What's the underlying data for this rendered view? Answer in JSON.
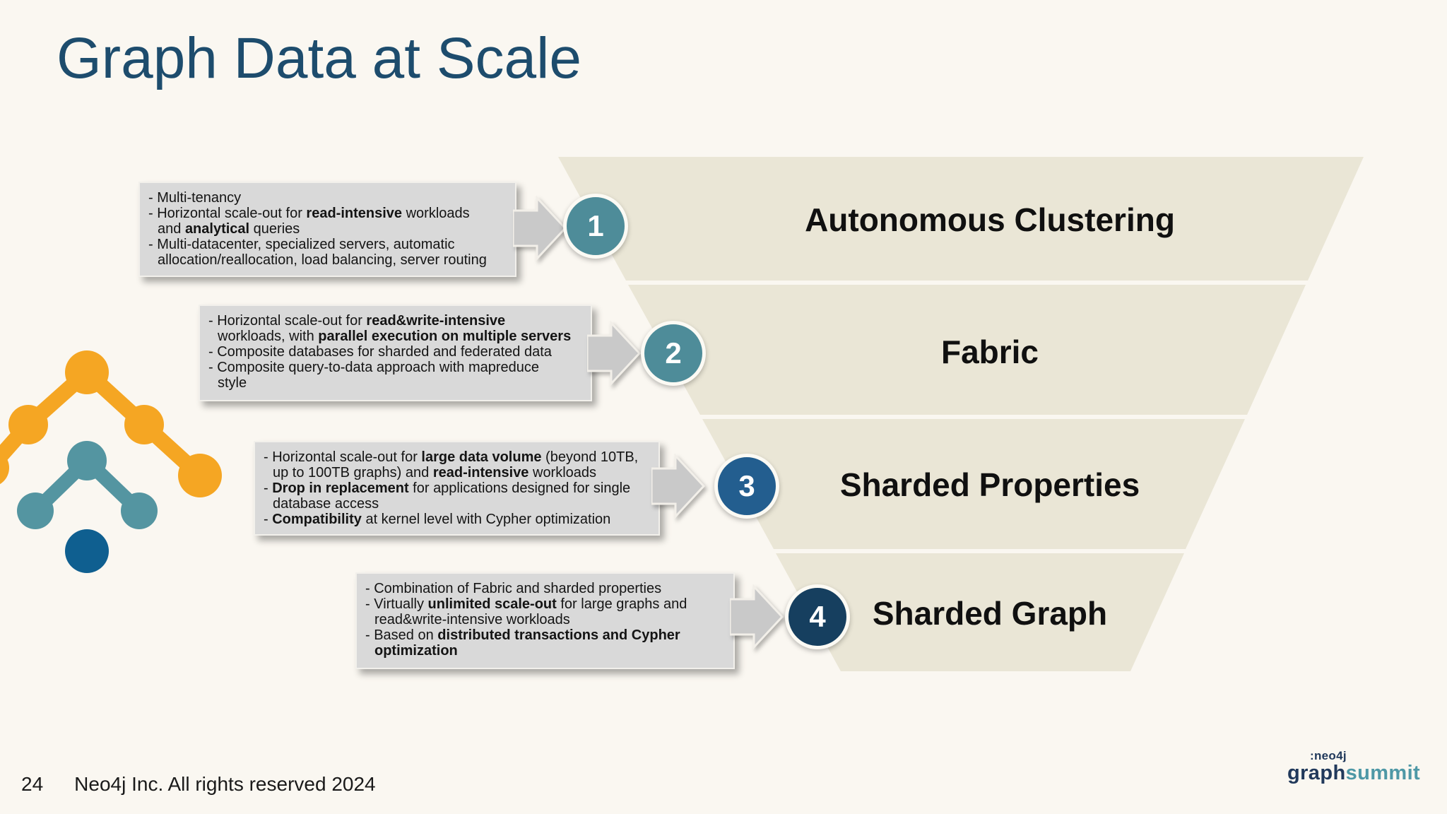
{
  "slide": {
    "title": "Graph Data at Scale",
    "footer": {
      "page_number": "24",
      "copyright": "Neo4j Inc. All rights reserved 2024"
    },
    "logo": {
      "top": ":neo4j",
      "graph": "graph",
      "summit": "summit"
    }
  },
  "colors": {
    "background": "#FAF7F1",
    "title": "#1D4C6D",
    "band_fill": "#EAE6D6",
    "callout_bg": "#D9D9D9",
    "arrow_fill": "#C9C9C9",
    "motif_orange": "#F5A623",
    "motif_teal": "#5495A1",
    "motif_blue": "#0F5F90",
    "label_text": "#101010"
  },
  "funnel": {
    "levels": [
      {
        "number": "1",
        "label": "Autonomous Clustering",
        "circle_color": "#4E8C99",
        "bullets": [
          [
            {
              "t": "- Multi-tenancy"
            }
          ],
          [
            {
              "t": "- Horizontal scale-out for "
            },
            {
              "t": "read-intensive",
              "b": true
            },
            {
              "t": " workloads"
            },
            {
              "br": true
            },
            {
              "t": "and "
            },
            {
              "t": "analytical",
              "b": true
            },
            {
              "t": " queries"
            }
          ],
          [
            {
              "t": "- Multi-datacenter, specialized servers, automatic"
            },
            {
              "br": true
            },
            {
              "t": "allocation/reallocation, load balancing, server routing"
            }
          ]
        ]
      },
      {
        "number": "2",
        "label": "Fabric",
        "circle_color": "#4E8C99",
        "bullets": [
          [
            {
              "t": "- Horizontal scale-out for "
            },
            {
              "t": "read&write-intensive",
              "b": true
            },
            {
              "br": true
            },
            {
              "t": "workloads, with "
            },
            {
              "t": "parallel execution on multiple servers",
              "b": true
            }
          ],
          [
            {
              "t": "- Composite databases for sharded and federated data"
            }
          ],
          [
            {
              "t": "- Composite query-to-data approach with mapreduce"
            },
            {
              "br": true
            },
            {
              "t": "style"
            }
          ]
        ]
      },
      {
        "number": "3",
        "label": "Sharded Properties",
        "circle_color": "#235E8F",
        "bullets": [
          [
            {
              "t": "- Horizontal scale-out for "
            },
            {
              "t": "large data volume",
              "b": true
            },
            {
              "t": " (beyond 10TB,"
            },
            {
              "br": true
            },
            {
              "t": "up to 100TB graphs) and "
            },
            {
              "t": "read-intensive",
              "b": true
            },
            {
              "t": " workloads"
            }
          ],
          [
            {
              "t": "- "
            },
            {
              "t": "Drop in replacement",
              "b": true
            },
            {
              "t": " for applications designed for single"
            },
            {
              "br": true
            },
            {
              "t": "database access"
            }
          ],
          [
            {
              "t": "- "
            },
            {
              "t": "Compatibility",
              "b": true
            },
            {
              "t": " at kernel level with Cypher optimization"
            }
          ]
        ]
      },
      {
        "number": "4",
        "label": "Sharded Graph",
        "circle_color": "#163F5F",
        "bullets": [
          [
            {
              "t": "- Combination of Fabric and sharded properties"
            }
          ],
          [
            {
              "t": "- Virtually "
            },
            {
              "t": "unlimited scale-out",
              "b": true
            },
            {
              "t": " for large graphs and"
            },
            {
              "br": true
            },
            {
              "t": "read&write-intensive workloads"
            }
          ],
          [
            {
              "t": "- Based on "
            },
            {
              "t": "distributed transactions and Cypher",
              "b": true
            },
            {
              "br": true
            },
            {
              "t": "optimization",
              "b": true
            }
          ]
        ]
      }
    ]
  }
}
